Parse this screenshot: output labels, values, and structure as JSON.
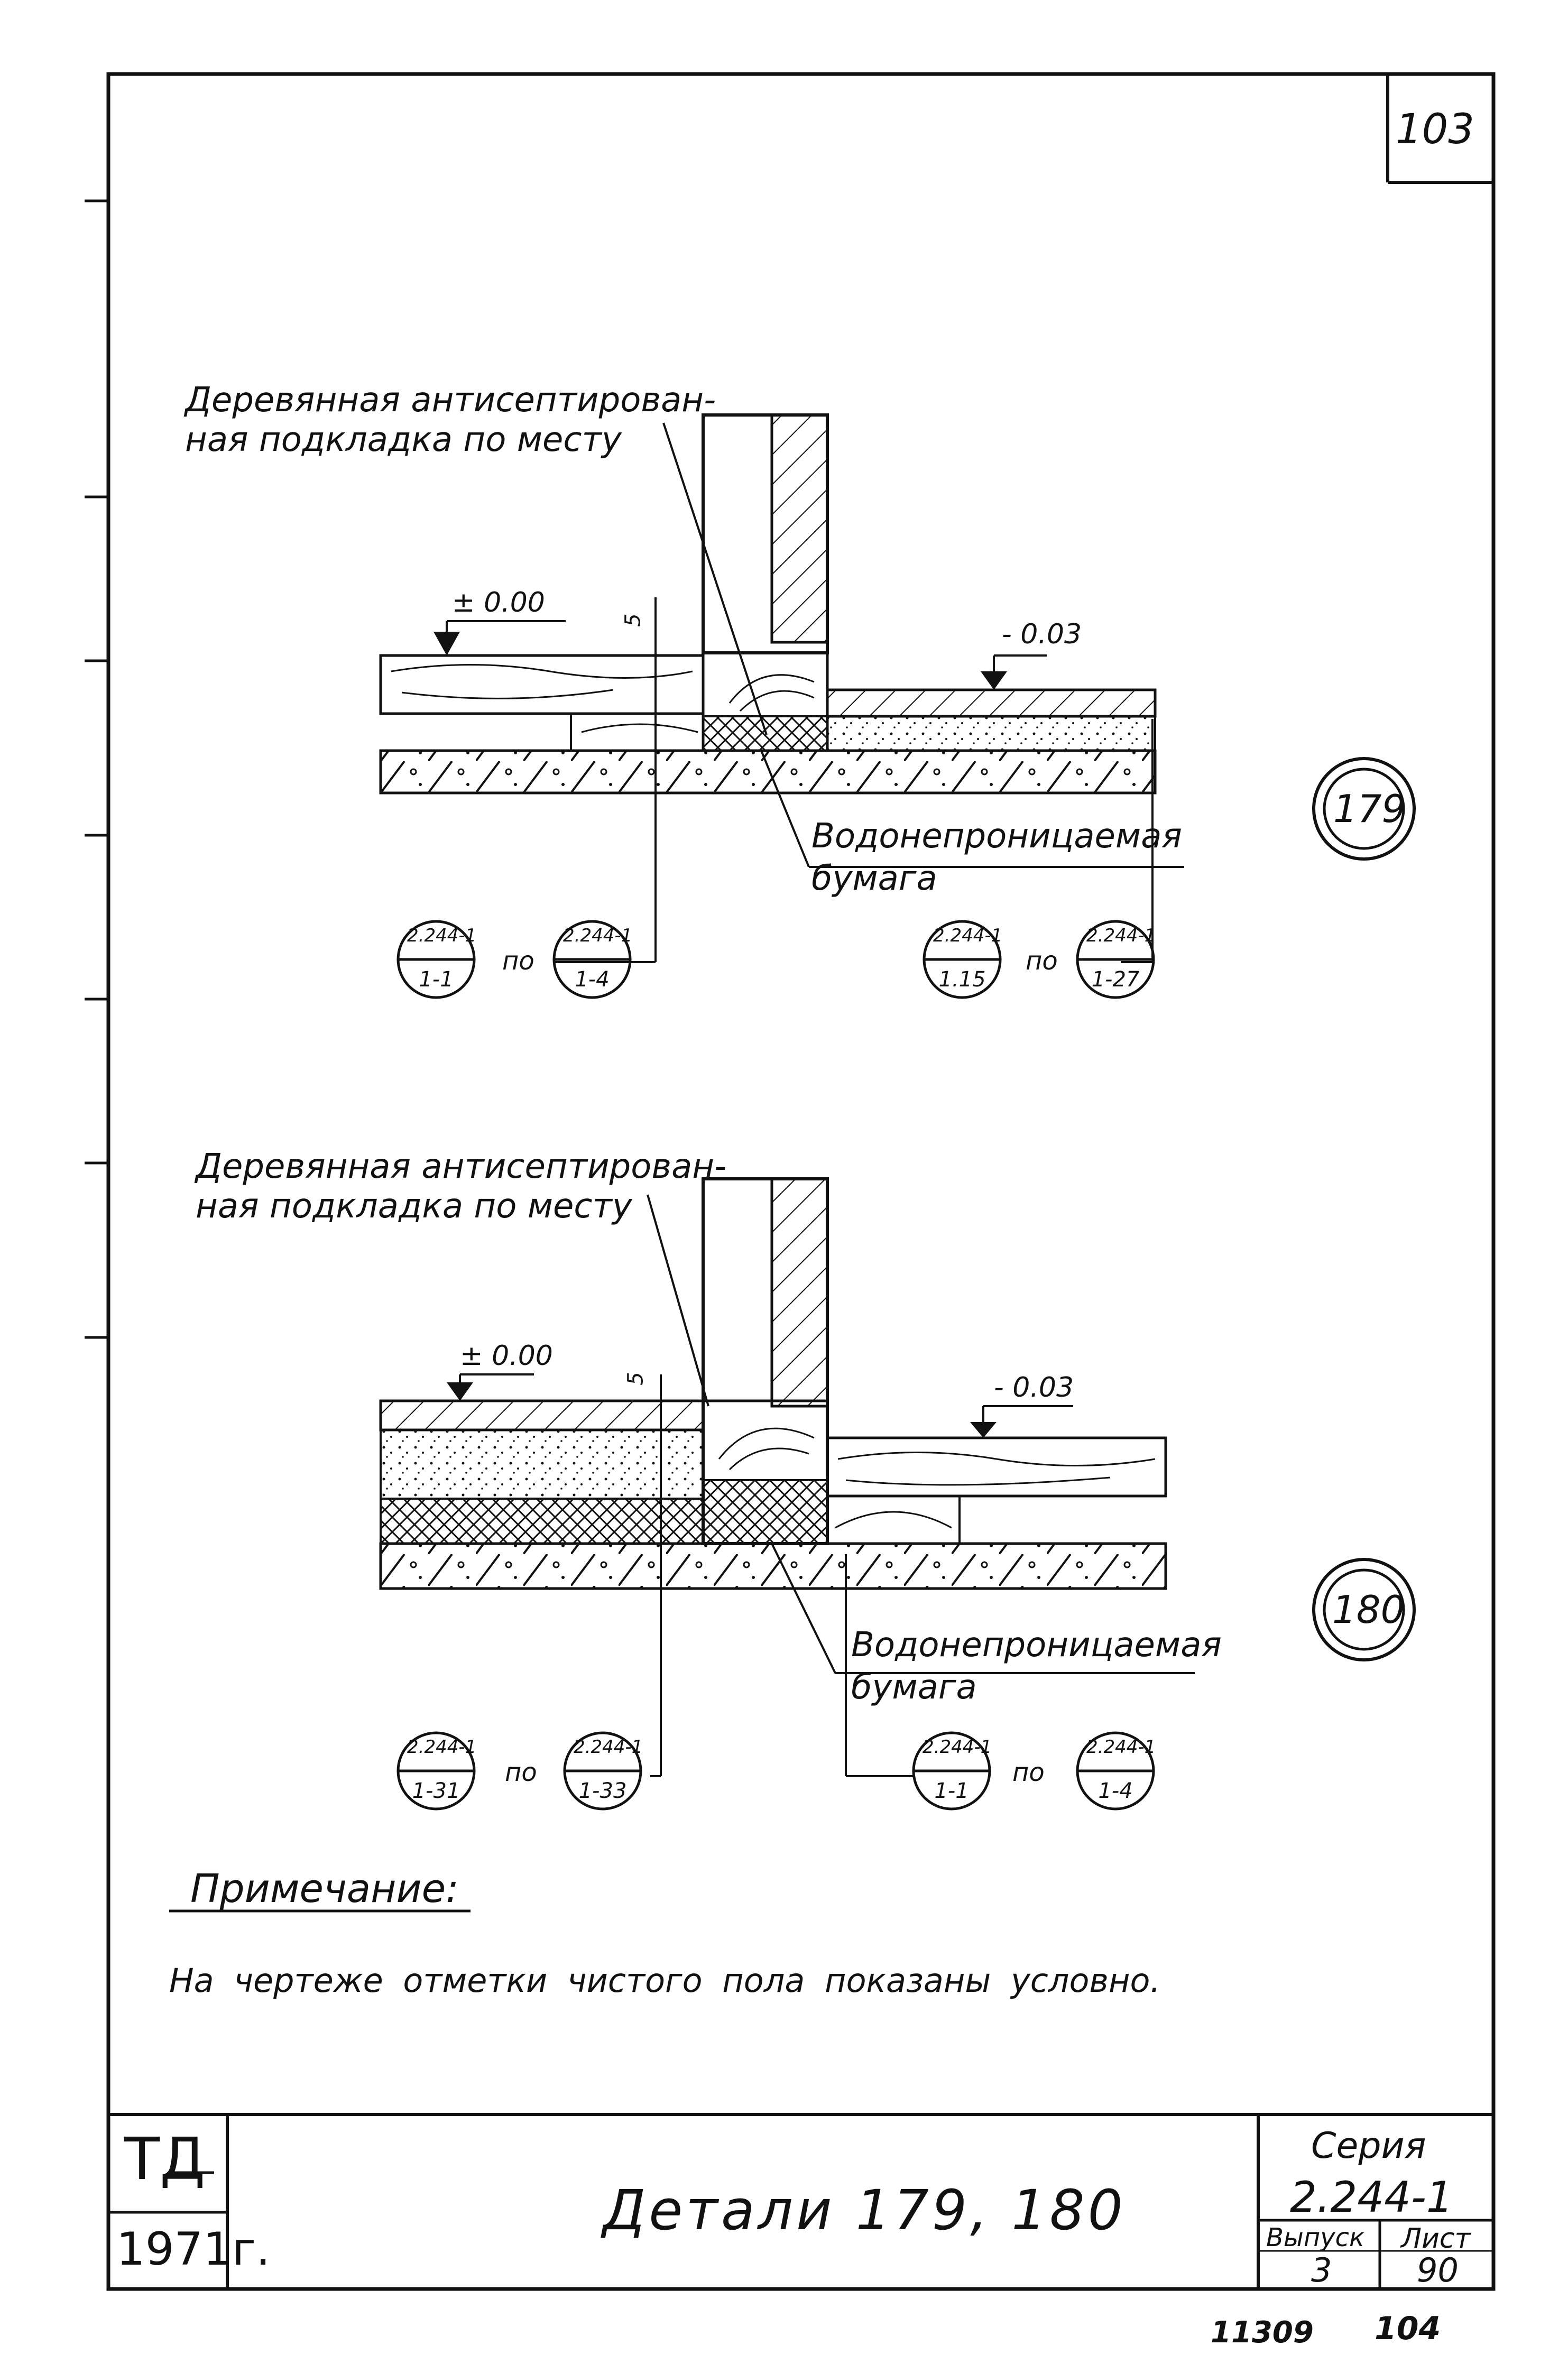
{
  "sheet_number_top": "103",
  "detail_179": {
    "label_top": [
      "Деревянная антисептирован-",
      "ная подкладка по месту"
    ],
    "mark_left": "± 0.00",
    "mark_right": "- 0.03",
    "gap": "5",
    "label_bottom": [
      "Водонепроницаемая",
      "бумага"
    ],
    "refs_left": {
      "from": [
        "2.244-1",
        "1-1"
      ],
      "word": "по",
      "to": [
        "2.244-1",
        "1-4"
      ]
    },
    "refs_right": {
      "from": [
        "2.244-1",
        "1.15"
      ],
      "word": "по",
      "to": [
        "2.244-1",
        "1-27"
      ]
    },
    "badge": "179"
  },
  "detail_180": {
    "label_top": [
      "Деревянная антисептирован-",
      "ная подкладка по месту"
    ],
    "mark_left": "± 0.00",
    "mark_right": "- 0.03",
    "gap": "5",
    "label_bottom": [
      "Водонепроницаемая",
      "бумага"
    ],
    "refs_left": {
      "from": [
        "2.244-1",
        "1-31"
      ],
      "word": "по",
      "to": [
        "2.244-1",
        "1-33"
      ]
    },
    "refs_right": {
      "from": [
        "2.244-1",
        "1-1"
      ],
      "word": "по",
      "to": [
        "2.244-1",
        "1-4"
      ]
    },
    "badge": "180"
  },
  "note": {
    "heading": "Примечание:",
    "text": "На чертеже отметки чистого пола показаны условно."
  },
  "title_block": {
    "org": "ТД",
    "year": "1971г.",
    "title": "Детали 179, 180",
    "series_label": "Серия",
    "series_value": "2.244-1",
    "issue_label": "Выпуск",
    "issue_value": "3",
    "sheet_label": "Лист",
    "sheet_value": "90"
  },
  "footer": {
    "code": "11309",
    "page": "104"
  }
}
